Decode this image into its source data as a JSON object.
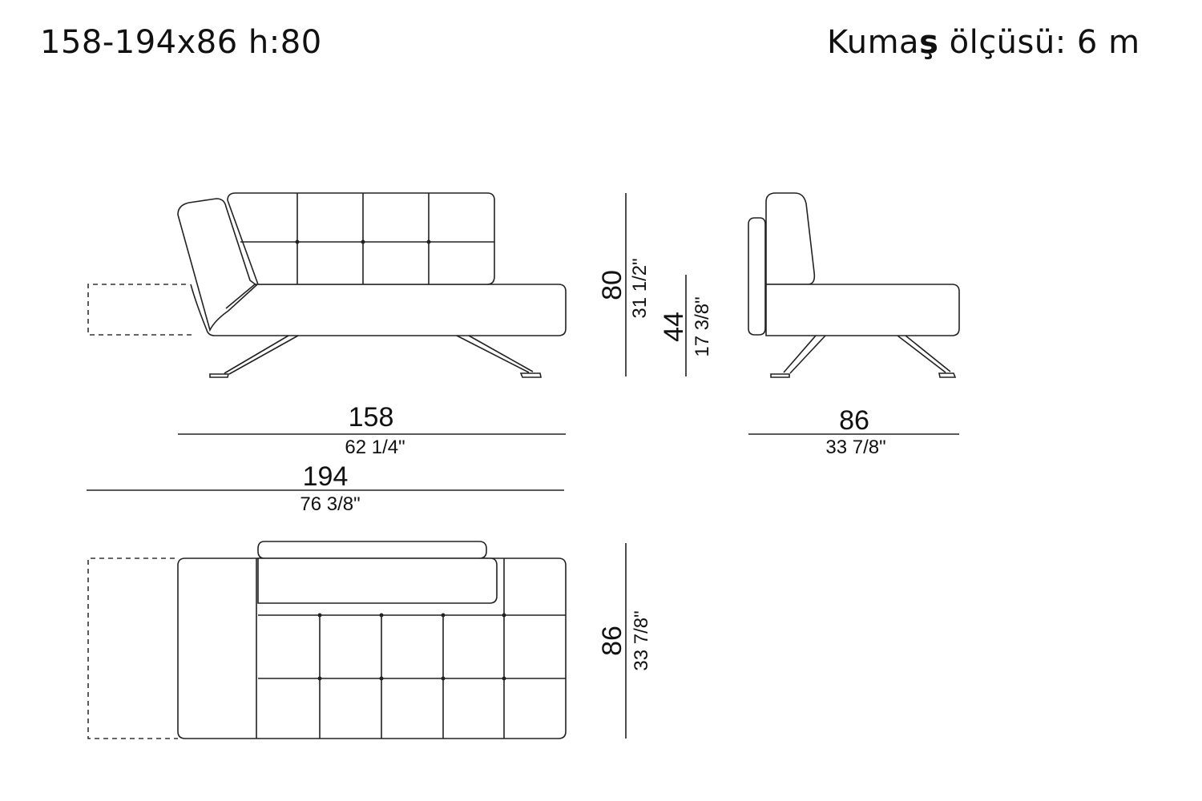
{
  "header": {
    "size_spec": "158-194x86 h:80",
    "fabric_label_pre": "Kuma",
    "fabric_label_bold": "ş",
    "fabric_label_post": " ölçüsü: 6 m"
  },
  "dimensions": {
    "length_closed": {
      "cm": "158",
      "inch": "62 1/4\""
    },
    "length_open": {
      "cm": "194",
      "inch": "76 3/8\""
    },
    "depth_side": {
      "cm": "86",
      "inch": "33 7/8\""
    },
    "height_total": {
      "cm": "80",
      "inch": "31 1/2\""
    },
    "seat_height": {
      "cm": "44",
      "inch": "17 3/8\""
    },
    "depth_top": {
      "cm": "86",
      "inch": "33 7/8\""
    }
  }
}
